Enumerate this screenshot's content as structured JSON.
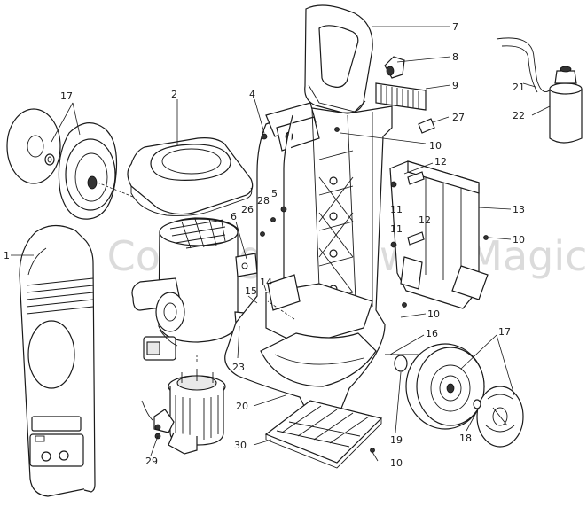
{
  "watermark": "© Copyright Mower Magic",
  "callouts": {
    "c1": "1",
    "c2": "2",
    "c4": "4",
    "c5": "5",
    "c6": "6",
    "c7": "7",
    "c8": "8",
    "c9": "9",
    "c10a": "10",
    "c10b": "10",
    "c10c": "10",
    "c10d": "10",
    "c11a": "11",
    "c11b": "11",
    "c12a": "12",
    "c12b": "12",
    "c13": "13",
    "c14": "14",
    "c15": "15",
    "c16": "16",
    "c17a": "17",
    "c17b": "17",
    "c18": "18",
    "c19": "19",
    "c20": "20",
    "c21": "21",
    "c22": "22",
    "c23": "23",
    "c26": "26",
    "c27": "27",
    "c28": "28",
    "c29": "29",
    "c30": "30"
  }
}
